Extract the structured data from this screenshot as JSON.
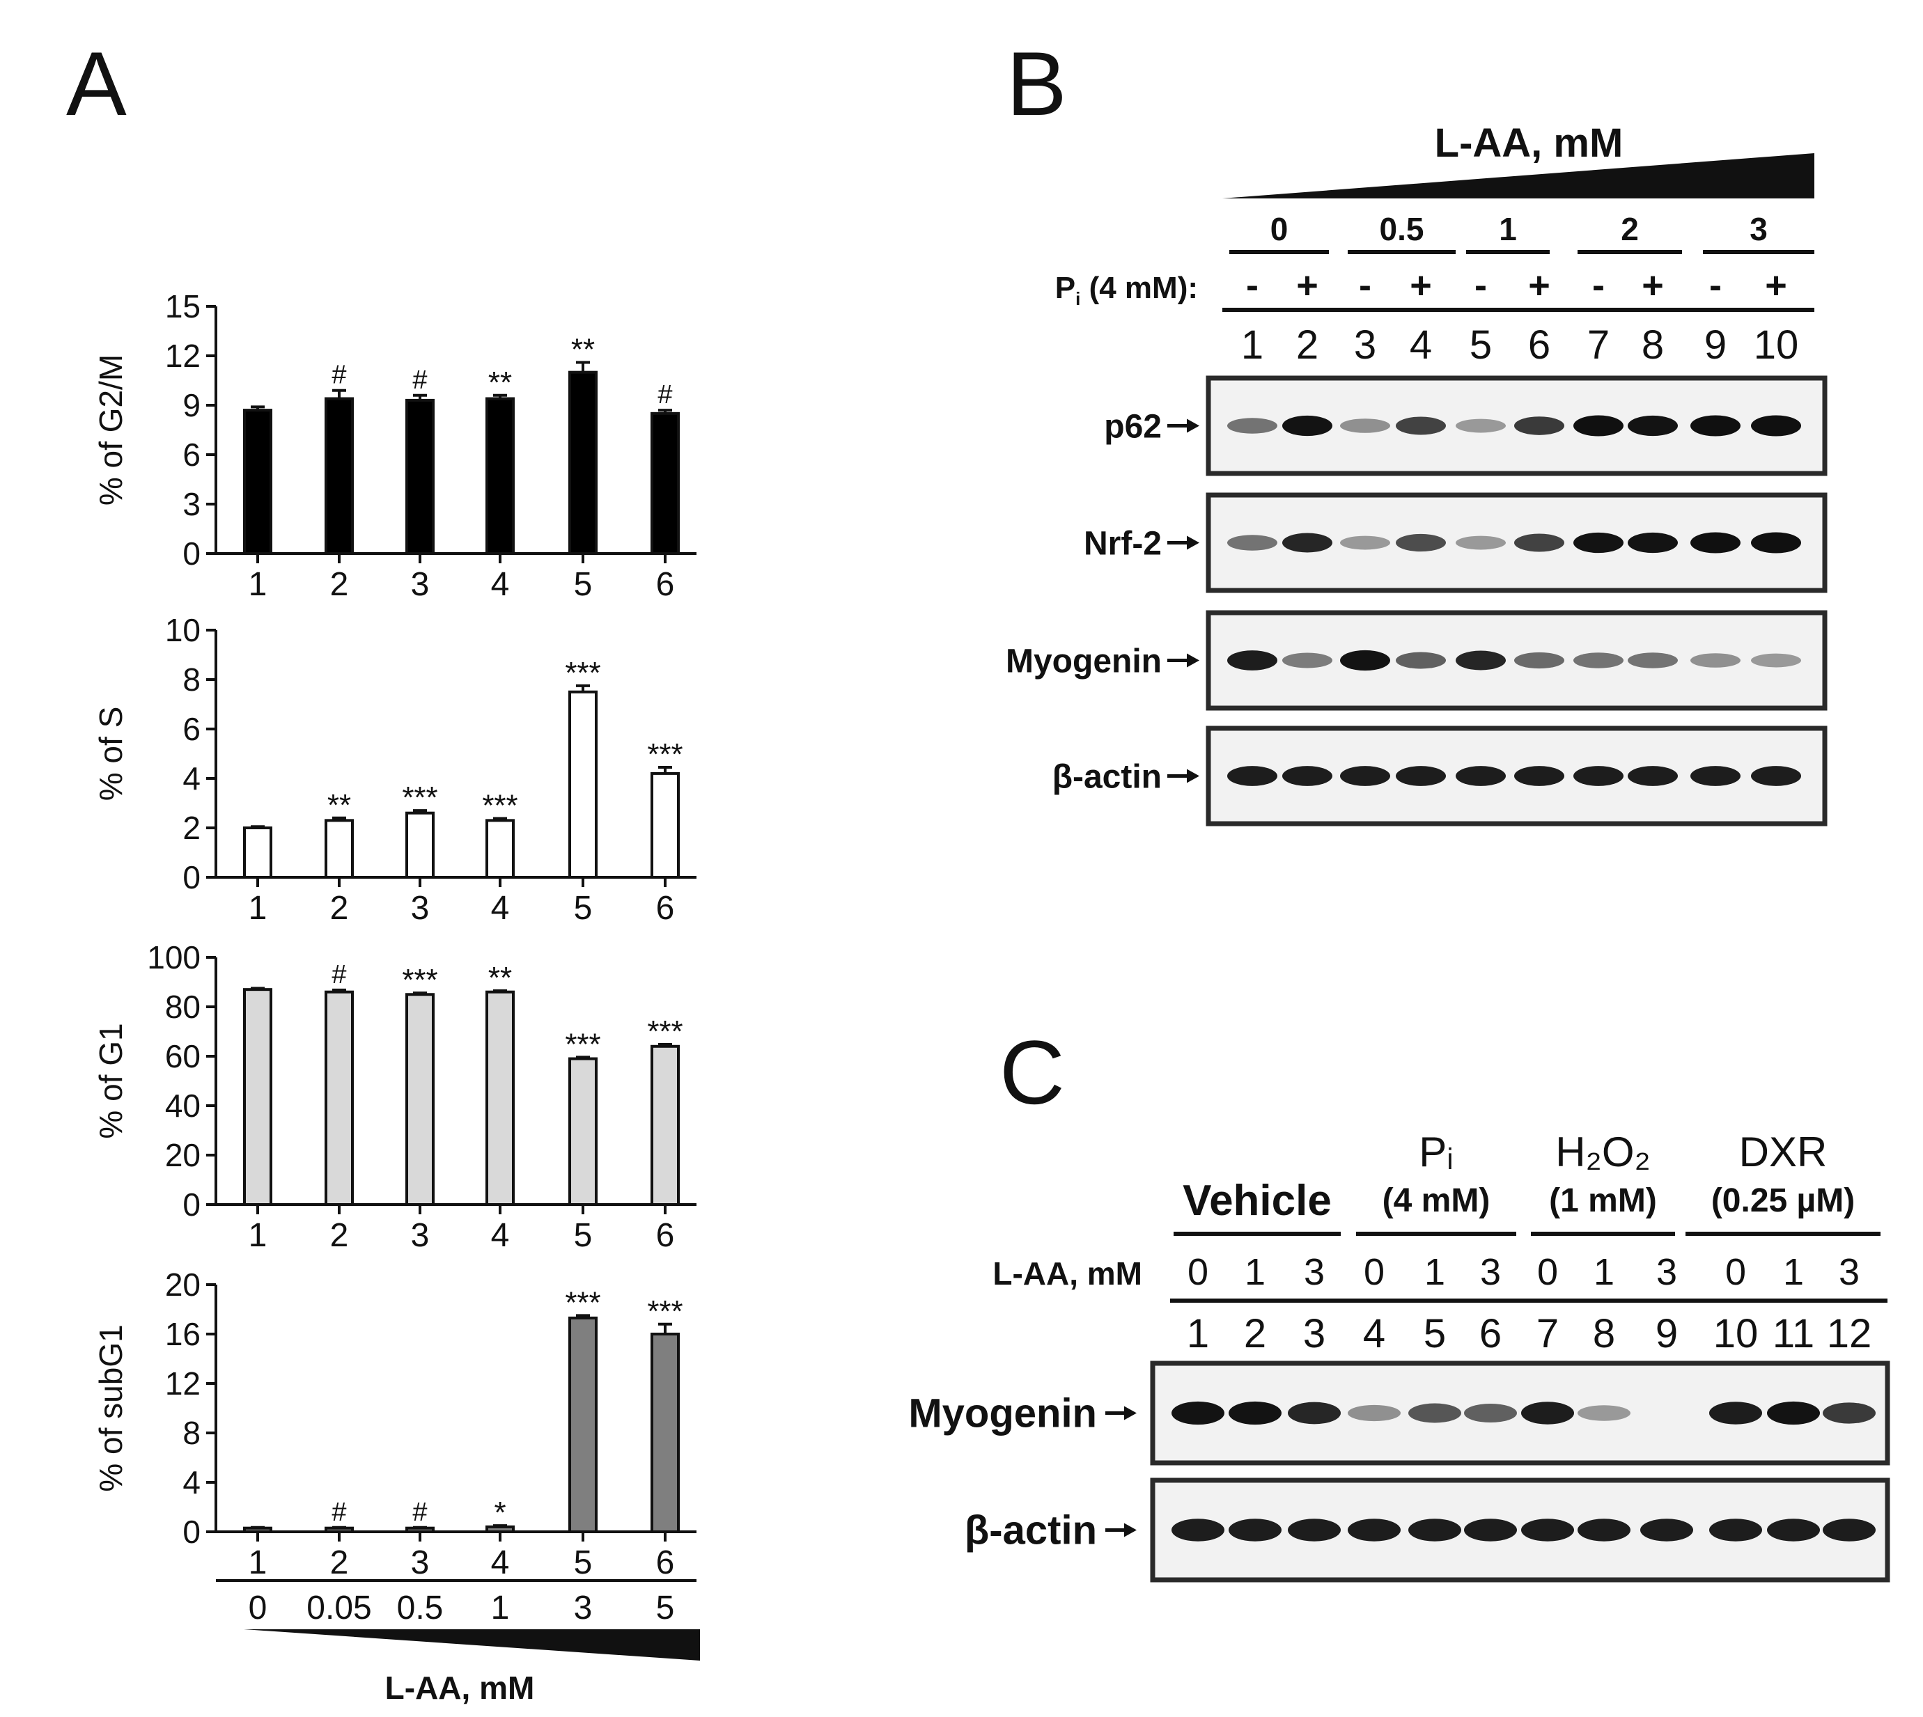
{
  "panels": {
    "A": {
      "label": "A",
      "lanes": [
        "1",
        "2",
        "3",
        "4",
        "5",
        "6"
      ],
      "conc_row": [
        "0",
        "0.05",
        "0.5",
        "1",
        "3",
        "5"
      ],
      "conc_title": "L-AA, mM",
      "bar_color": [
        "#000000",
        "#ffffff",
        "#d9d9d9",
        "#7f7f7f"
      ]
    },
    "B": {
      "label": "B",
      "treatment_title": "L-AA, mM",
      "conc_groups": [
        "0",
        "0.5",
        "1",
        "2",
        "3"
      ],
      "pi_label": "P",
      "pi_sub": "i",
      "pi_suffix": " (4 mM):",
      "pi_signs": [
        "-",
        "+",
        "-",
        "+",
        "-",
        "+",
        "-",
        "+",
        "-",
        "+"
      ],
      "lanes": [
        "1",
        "2",
        "3",
        "4",
        "5",
        "6",
        "7",
        "8",
        "9",
        "10"
      ],
      "blots": [
        {
          "label": "p62",
          "intensity": [
            0.45,
            0.95,
            0.3,
            0.7,
            0.25,
            0.75,
            1.0,
            0.95,
            1.0,
            1.0
          ]
        },
        {
          "label": "Nrf-2",
          "intensity": [
            0.45,
            0.85,
            0.25,
            0.65,
            0.25,
            0.7,
            0.95,
            0.95,
            1.0,
            1.0
          ]
        },
        {
          "label": "Myogenin",
          "intensity": [
            0.9,
            0.4,
            0.95,
            0.55,
            0.85,
            0.5,
            0.45,
            0.45,
            0.3,
            0.25
          ]
        },
        {
          "label": "β-actin",
          "intensity": [
            0.9,
            0.9,
            0.9,
            0.9,
            0.9,
            0.9,
            0.9,
            0.9,
            0.9,
            0.9
          ]
        }
      ]
    },
    "C": {
      "label": "C",
      "groups": [
        {
          "title": "Vehicle",
          "subtitle": ""
        },
        {
          "title": "Pᵢ",
          "subtitle": "(4 mM)"
        },
        {
          "title": "H₂O₂",
          "subtitle": "(1 mM)"
        },
        {
          "title": "DXR",
          "subtitle": "(0.25 µM)"
        }
      ],
      "row_label": "L-AA, mM",
      "conc": [
        "0",
        "1",
        "3",
        "0",
        "1",
        "3",
        "0",
        "1",
        "3",
        "0",
        "1",
        "3"
      ],
      "lanes": [
        "1",
        "2",
        "3",
        "4",
        "5",
        "6",
        "7",
        "8",
        "9",
        "10",
        "11",
        "12"
      ],
      "blots": [
        {
          "label": "Myogenin",
          "intensity": [
            0.95,
            0.95,
            0.85,
            0.3,
            0.6,
            0.55,
            0.9,
            0.25,
            0.0,
            0.9,
            0.95,
            0.75
          ]
        },
        {
          "label": "β-actin",
          "intensity": [
            0.9,
            0.9,
            0.9,
            0.9,
            0.9,
            0.9,
            0.9,
            0.9,
            0.9,
            0.9,
            0.9,
            0.9
          ]
        }
      ]
    }
  },
  "chart_data": [
    {
      "type": "bar",
      "ylabel": "% of G2/M",
      "categories": [
        "1",
        "2",
        "3",
        "4",
        "5",
        "6"
      ],
      "values": [
        8.7,
        9.4,
        9.3,
        9.4,
        11.0,
        8.5
      ],
      "errors": [
        0.2,
        0.5,
        0.3,
        0.2,
        0.6,
        0.2
      ],
      "significance": [
        "",
        "#",
        "#",
        "**",
        "**",
        "#"
      ],
      "ylim": [
        0,
        15
      ],
      "yticks": [
        "0",
        "3",
        "6",
        "9",
        "12",
        "15"
      ]
    },
    {
      "type": "bar",
      "ylabel": "% of S",
      "categories": [
        "1",
        "2",
        "3",
        "4",
        "5",
        "6"
      ],
      "values": [
        2.0,
        2.3,
        2.6,
        2.3,
        7.5,
        4.2
      ],
      "errors": [
        0.05,
        0.1,
        0.1,
        0.08,
        0.25,
        0.25
      ],
      "significance": [
        "",
        "**",
        "***",
        "***",
        "***",
        "***"
      ],
      "ylim": [
        0,
        10
      ],
      "yticks": [
        "0",
        "2",
        "4",
        "6",
        "8",
        "10"
      ]
    },
    {
      "type": "bar",
      "ylabel": "% of G1",
      "categories": [
        "1",
        "2",
        "3",
        "4",
        "5",
        "6"
      ],
      "values": [
        87,
        86,
        85,
        86,
        59,
        64
      ],
      "errors": [
        0.5,
        0.8,
        0.6,
        0.5,
        0.6,
        0.8
      ],
      "significance": [
        "",
        "#",
        "***",
        "**",
        "***",
        "***"
      ],
      "ylim": [
        0,
        100
      ],
      "yticks": [
        "0",
        "20",
        "40",
        "60",
        "80",
        "100"
      ]
    },
    {
      "type": "bar",
      "ylabel": "% of subG1",
      "categories": [
        "1",
        "2",
        "3",
        "4",
        "5",
        "6"
      ],
      "values": [
        0.3,
        0.3,
        0.3,
        0.4,
        17.3,
        16.0
      ],
      "errors": [
        0.05,
        0.05,
        0.05,
        0.1,
        0.2,
        0.8
      ],
      "significance": [
        "",
        "#",
        "#",
        "*",
        "***",
        "***"
      ],
      "ylim": [
        0,
        20
      ],
      "yticks": [
        "0",
        "4",
        "8",
        "12",
        "16",
        "20"
      ]
    }
  ]
}
